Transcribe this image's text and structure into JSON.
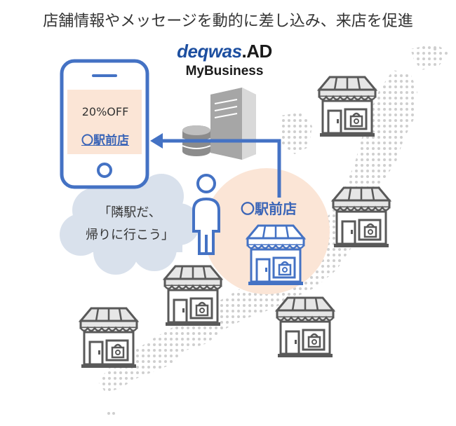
{
  "title": "店舗情報やメッセージを動的に差し込み、来店を促進",
  "brand": {
    "logo": "deqwas",
    "logo_suffix": ".AD",
    "product": "MyBusiness"
  },
  "phone": {
    "offer": "20%OFF",
    "store_name": "〇駅前店"
  },
  "thought_bubble": {
    "line1": "「隣駅だ、",
    "line2": "帰りに行こう」"
  },
  "nearby_store": {
    "label": "〇駅前店"
  },
  "colors": {
    "accent_blue": "#4472c4",
    "highlight_peach": "#fbe5d6",
    "store_gray": "#808080",
    "cloud_gray": "#d9e1ec",
    "map_dots": "#d0d0d0"
  },
  "icons": [
    "smartphone-icon",
    "server-icon",
    "database-icon",
    "person-icon",
    "store-icon",
    "map-icon",
    "arrow-icon",
    "thought-cloud-icon"
  ]
}
